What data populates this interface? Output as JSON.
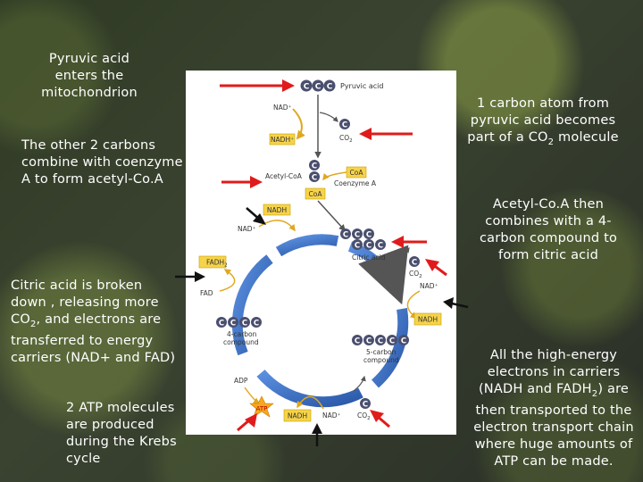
{
  "notes": {
    "pyruvic_enters": "Pyruvic acid\nenters the\nmitochondrion",
    "other_carbons": "The other 2 carbons\ncombine with coenzyme\nA to form acetyl-Co.A",
    "citric_broken_1": "Citric acid is broken\ndown , releasing more\nCO",
    "citric_broken_sub": "2",
    "citric_broken_2": ", and electrons are\ntransferred to energy\ncarriers (NAD+ and FAD)",
    "atp_produced": "2 ATP molecules\nare produced\nduring the Krebs\ncycle",
    "one_carbon_1": "1 carbon atom from\npyruvic acid becomes\npart of a CO",
    "one_carbon_sub": "2",
    "one_carbon_2": " molecule",
    "acetyl_combines": "Acetyl-Co.A then\ncombines with a 4-\ncarbon compound to\nform citric acid",
    "high_energy_1": "All the high-energy\nelectrons in carriers\n(NADH and FADH",
    "high_energy_sub": "2",
    "high_energy_2": ") are\nthen transported to the\nelectron transport chain\nwhere huge amounts of\nATP can be made."
  },
  "diagram": {
    "carbon": "C",
    "pyruvic_acid": "Pyruvic acid",
    "nad_plus": "NAD⁺",
    "nadh_plus": "NADH⁺",
    "nadh": "NADH",
    "co": "CO",
    "two": "2",
    "acetyl_coa": "Acetyl-CoA",
    "coa": "CoA",
    "coenzyme_a": "Coenzyme A",
    "citric_acid": "Citric acid",
    "fadh": "FADH",
    "fad": "FAD",
    "four_carbon_1": "4-carbon",
    "four_carbon_2": "compound",
    "five_carbon_1": "5-carbon",
    "five_carbon_2": "compound",
    "adp": "ADP",
    "atp": "ATP"
  },
  "colors": {
    "red_arrow": "#e01b1b",
    "carbon_fill": "#4a4f6e",
    "cycle_blue": "#3a6fc4",
    "label_box": "#f6d34a"
  }
}
